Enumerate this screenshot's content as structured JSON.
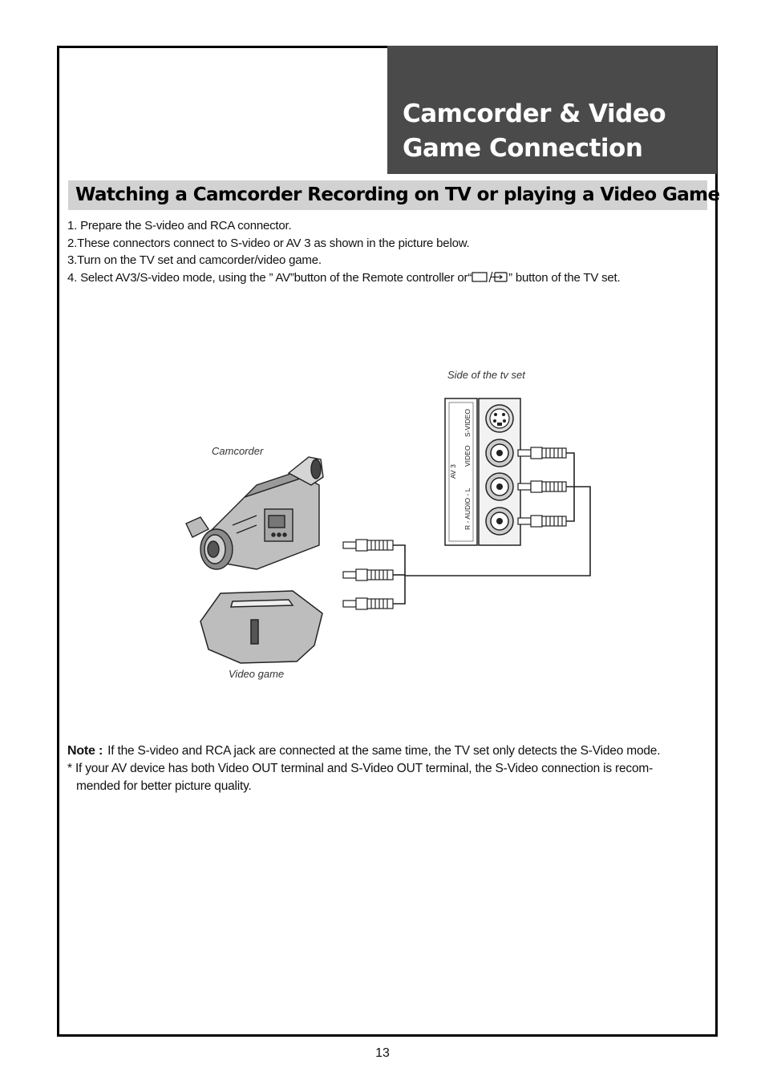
{
  "page": {
    "title_line1": "Camcorder & Video",
    "title_line2": "Game Connection",
    "section_title": "Watching a Camcorder Recording on TV or playing a Video Game",
    "page_number": "13"
  },
  "steps": [
    "1. Prepare the S-video and RCA connector.",
    "2.These connectors connect to S-video or AV 3 as shown in the picture below.",
    "3.Turn on the TV set and camcorder/video game.",
    "4. Select AV3/S-video mode, using the ” AV”button of the Remote controller or“",
    "” button of the TV set."
  ],
  "diagram": {
    "side_label": "Side of the tv set",
    "camcorder_label": "Camcorder",
    "video_game_label": "Video game",
    "panel_av3": "AV 3",
    "panel_svideo": "S-VIDEO",
    "panel_video": "VIDEO",
    "panel_audio": "R - AUDIO - L"
  },
  "note": {
    "label": "Note :",
    "text": "If the S-video and RCA jack are connected at the same time, the TV set only detects the S-Video mode.",
    "star_line1": "* If your AV device has both Video OUT terminal and S-Video OUT terminal, the S-Video connection is recom-",
    "star_line2": "mended for better picture quality."
  }
}
